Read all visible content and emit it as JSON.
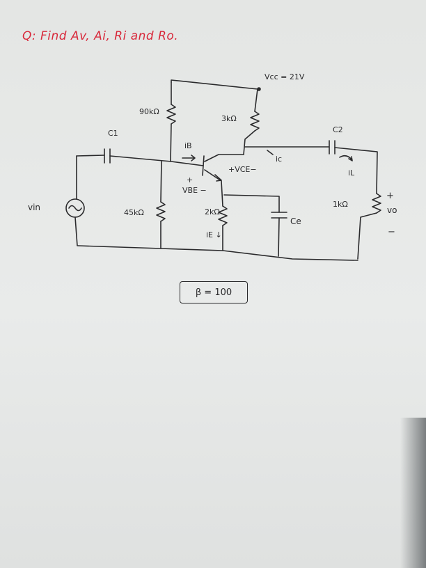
{
  "question": "Q: Find Av, Ai, Ri and Ro.",
  "labels": {
    "vcc": "Vcc = 21V",
    "r1": "90kΩ",
    "rc": "3kΩ",
    "c1": "C1",
    "c2": "C2",
    "ib": "iB",
    "ic": "ic",
    "il": "iL",
    "vce": "+VCE−",
    "vbe_plus": "+",
    "vbe": "VBE −",
    "vin": "vin",
    "r2": "45kΩ",
    "re": "2kΩ",
    "ie": "iE ↓",
    "ce": "Ce",
    "rl": "1kΩ",
    "vo_plus": "+",
    "vo": "vo",
    "vo_minus": "−"
  },
  "beta": "β = 100",
  "colors": {
    "ink": "#2a2a2c",
    "question": "#d8283a",
    "paper": "#e7e9e8"
  }
}
